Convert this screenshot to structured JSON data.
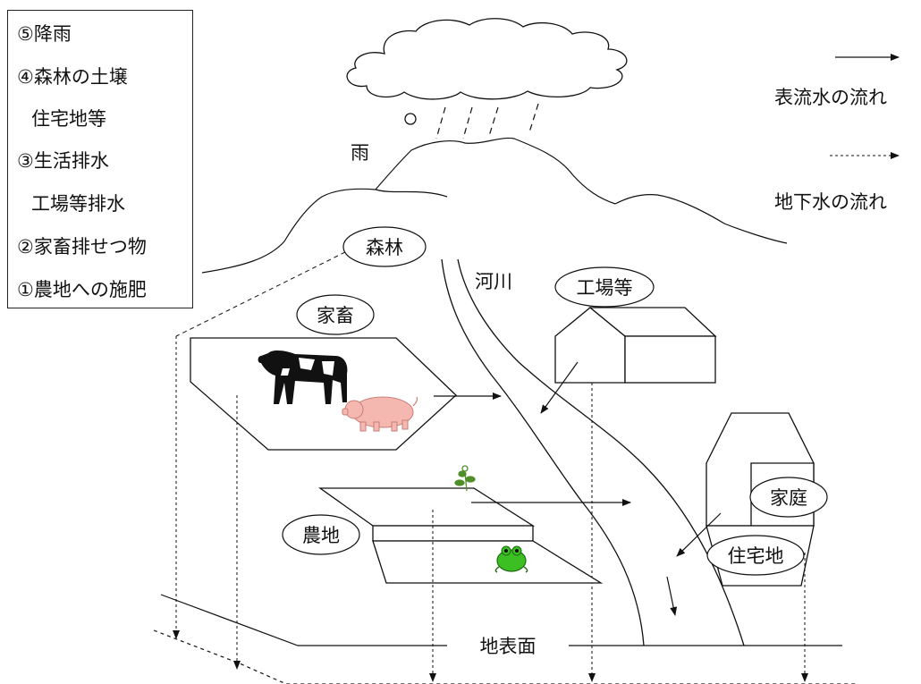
{
  "legend": {
    "items": [
      "⑤降雨",
      "④森林の土壌",
      "住宅地等",
      "③生活排水",
      "工場等排水",
      "②家畜排せつ物",
      "①農地への施肥"
    ]
  },
  "key": {
    "surface_flow": "表流水の流れ",
    "groundwater_flow": "地下水の流れ"
  },
  "labels": {
    "rain": "雨",
    "forest": "森林",
    "river": "河川",
    "factory": "工場等",
    "livestock": "家畜",
    "household": "家庭",
    "residential": "住宅地",
    "farmland": "農地",
    "ground_surface": "地表面"
  },
  "colors": {
    "line": "#111111",
    "cow_black": "#111111",
    "pig": "#f4b8b0",
    "frog": "#3cbf22",
    "plant": "#4f8f2a"
  },
  "icons": [
    "cloud-icon",
    "cow-icon",
    "pig-icon",
    "frog-icon",
    "plant-icon"
  ]
}
